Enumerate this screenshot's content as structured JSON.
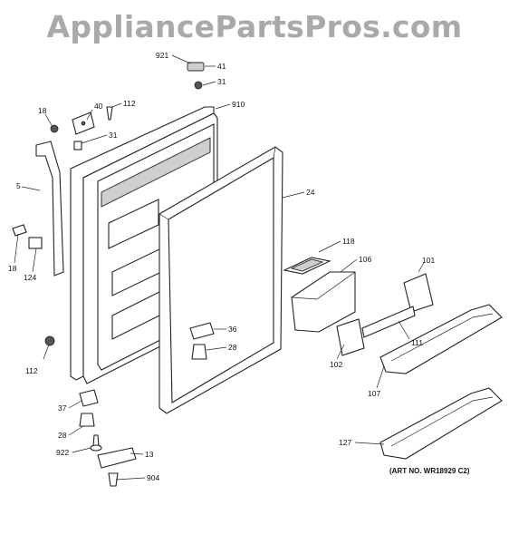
{
  "watermark": "AppliancePartsPros.com",
  "art_number": "(ART NO. WR18929 C2)",
  "callouts": [
    "921",
    "41",
    "31",
    "910",
    "40",
    "112",
    "18",
    "31",
    "5",
    "24",
    "118",
    "106",
    "101",
    "18",
    "124",
    "36",
    "28",
    "111",
    "102",
    "112",
    "107",
    "37",
    "28",
    "922",
    "13",
    "127",
    "904"
  ]
}
